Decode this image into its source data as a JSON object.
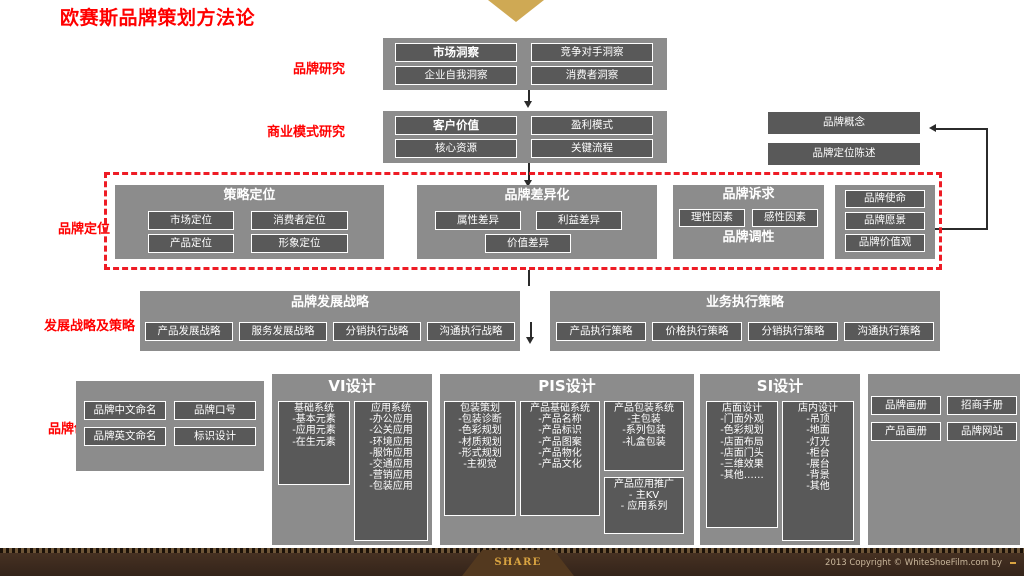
{
  "slide": {
    "title": "欧赛斯品牌策划方法论",
    "accent_red": "#ff0000",
    "dashed_red": "#ee1c25",
    "panel_grey": "#8c8c8c",
    "chip_grey": "#595959",
    "gold": "#cfa954"
  },
  "row_labels": {
    "brand_research": "品牌研究",
    "business_model": "商业模式研究",
    "brand_positioning": "品牌定位",
    "strategy": "发展战略及策略",
    "brand_creation": "品牌创造"
  },
  "brand_research": {
    "items": [
      "市场洞察",
      "竞争对手洞察",
      "企业自我洞察",
      "消费者洞察"
    ]
  },
  "business_model": {
    "items": [
      "客户价值",
      "盈利模式",
      "核心资源",
      "关键流程"
    ]
  },
  "brand_concept": {
    "items": [
      "品牌概念",
      "品牌定位陈述"
    ]
  },
  "positioning": {
    "strategy_positioning": {
      "title": "策略定位",
      "items": [
        "市场定位",
        "消费者定位",
        "产品定位",
        "形象定位"
      ]
    },
    "differentiation": {
      "title": "品牌差异化",
      "items": [
        "属性差异",
        "利益差异",
        "价值差异"
      ]
    },
    "appeal": {
      "title": "品牌诉求",
      "subtitle": "品牌调性",
      "items": [
        "理性因素",
        "感性因素"
      ]
    },
    "mission": {
      "items": [
        "品牌使命",
        "品牌愿景",
        "品牌价值观"
      ]
    }
  },
  "strategy": {
    "brand_dev": {
      "title": "品牌发展战略",
      "items": [
        "产品发展战略",
        "服务发展战略",
        "分销执行战略",
        "沟通执行战略"
      ]
    },
    "business_exec": {
      "title": "业务执行策略",
      "items": [
        "产品执行策略",
        "价格执行策略",
        "分销执行策略",
        "沟通执行策略"
      ]
    }
  },
  "creation": {
    "naming": {
      "items": [
        "品牌中文命名",
        "品牌口号",
        "品牌英文命名",
        "标识设计"
      ]
    },
    "vi": {
      "title": "VI设计",
      "groups": [
        {
          "head": "基础系统",
          "items": [
            "-基本元素",
            "-应用元素",
            "-在生元素"
          ]
        },
        {
          "head": "应用系统",
          "items": [
            "-办公应用",
            "-公关应用",
            "-环境应用",
            "-服饰应用",
            "-交通应用",
            "-营销应用",
            "-包装应用"
          ]
        }
      ]
    },
    "pis": {
      "title": "PIS设计",
      "groups": [
        {
          "head": "包装策划",
          "items": [
            "-包装诊断",
            "-色彩规划",
            "-材质规划",
            "-形式规划",
            "-主视觉"
          ]
        },
        {
          "head": "产品基础系统",
          "items": [
            "-产品名称",
            "-产品标识",
            "-产品图案",
            "-产品物化",
            "-产品文化"
          ]
        },
        {
          "head": "产品包装系统",
          "items": [
            "-主包装",
            "-系列包装",
            "-礼盒包装"
          ]
        },
        {
          "head": "产品应用推广",
          "items": [
            "- 主KV",
            "- 应用系列"
          ]
        }
      ]
    },
    "si": {
      "title": "SI设计",
      "groups": [
        {
          "head": "店面设计",
          "items": [
            "-门面外观",
            "-色彩规划",
            "-店面布局",
            "-店面门头",
            "-三维效果",
            "-其他……"
          ]
        },
        {
          "head": "店内设计",
          "items": [
            "-吊顶",
            "-地面",
            "-灯光",
            "-柜台",
            "-展台",
            "-背景",
            "-其他"
          ]
        }
      ]
    },
    "collateral": {
      "items": [
        "品牌画册",
        "招商手册",
        "产品画册",
        "品牌网站"
      ]
    }
  },
  "footer": {
    "share": "SHARE",
    "copyright": "2013 Copyright © WhiteShoeFilm.com by"
  }
}
